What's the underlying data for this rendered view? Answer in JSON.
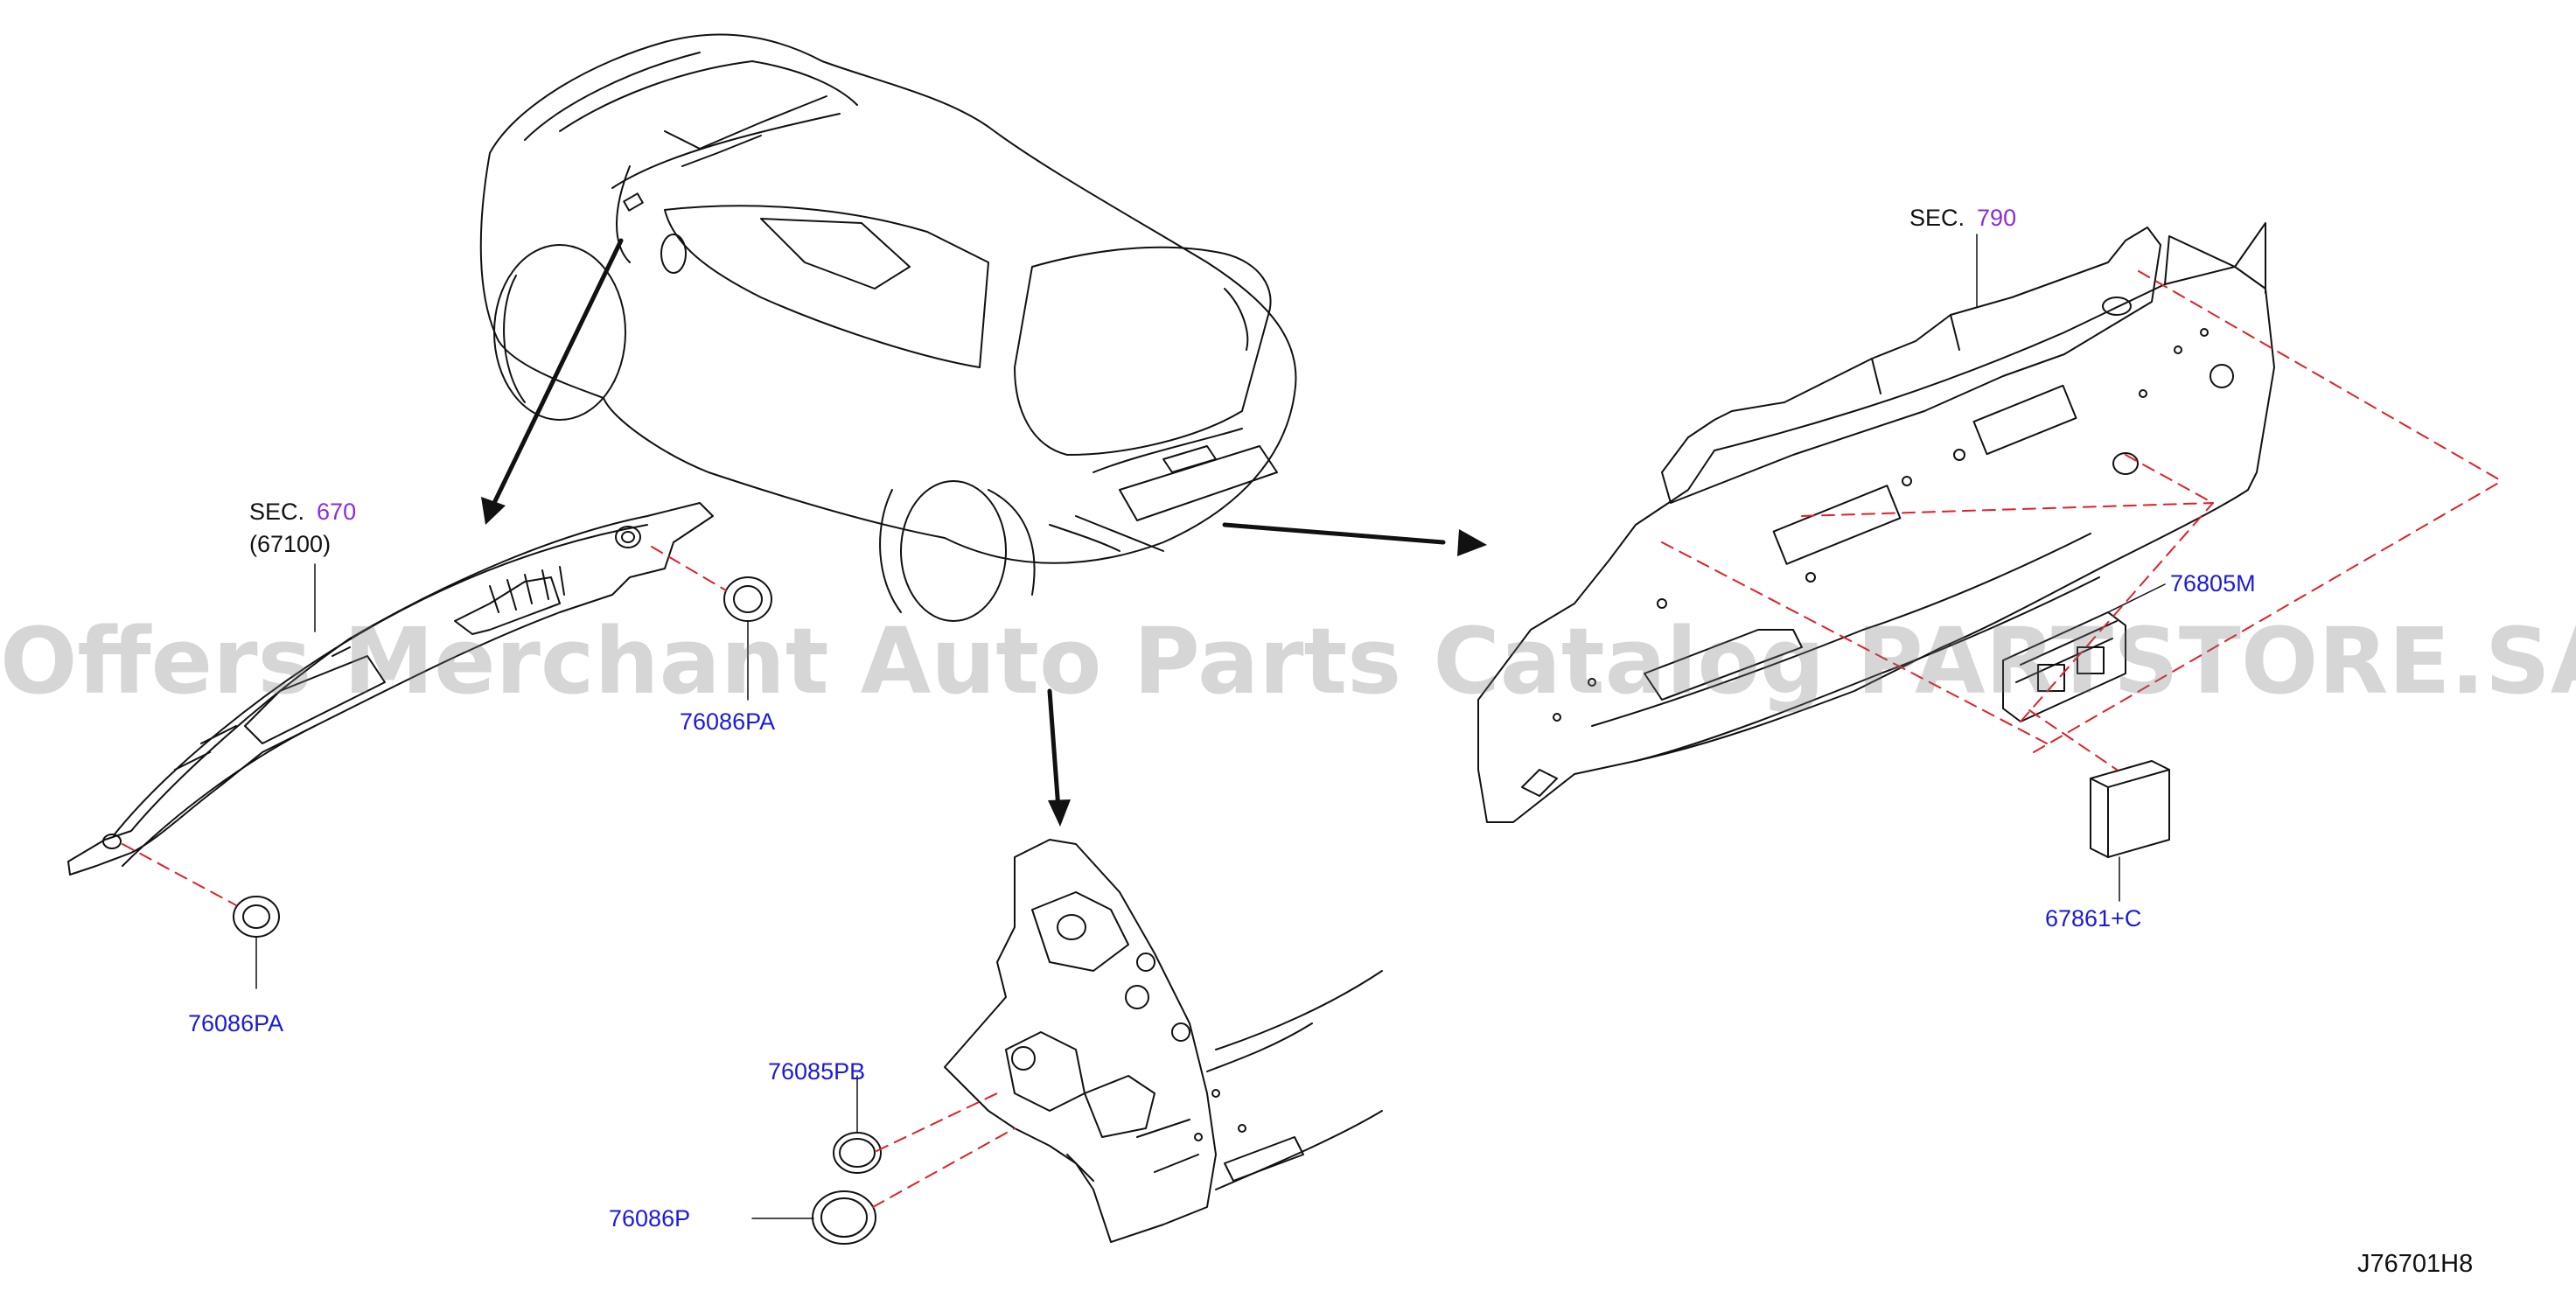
{
  "watermark": "Offers Merchant Auto Parts Catalog PARTSTORE.SA",
  "drawing_id": "J76701H8",
  "sections": [
    {
      "prefix": "SEC.",
      "number": "670",
      "sub": "(67100)"
    },
    {
      "prefix": "SEC.",
      "number": "790"
    }
  ],
  "parts": [
    {
      "code": "76086PA"
    },
    {
      "code": "76086PA"
    },
    {
      "code": "76085PB"
    },
    {
      "code": "76086P"
    },
    {
      "code": "76805M"
    },
    {
      "code": "67861+C"
    }
  ],
  "colors": {
    "part_label": "#1a1adc",
    "section_number": "#8a2be2",
    "leader_dashed": "#e0202a",
    "linework": "#111111"
  }
}
